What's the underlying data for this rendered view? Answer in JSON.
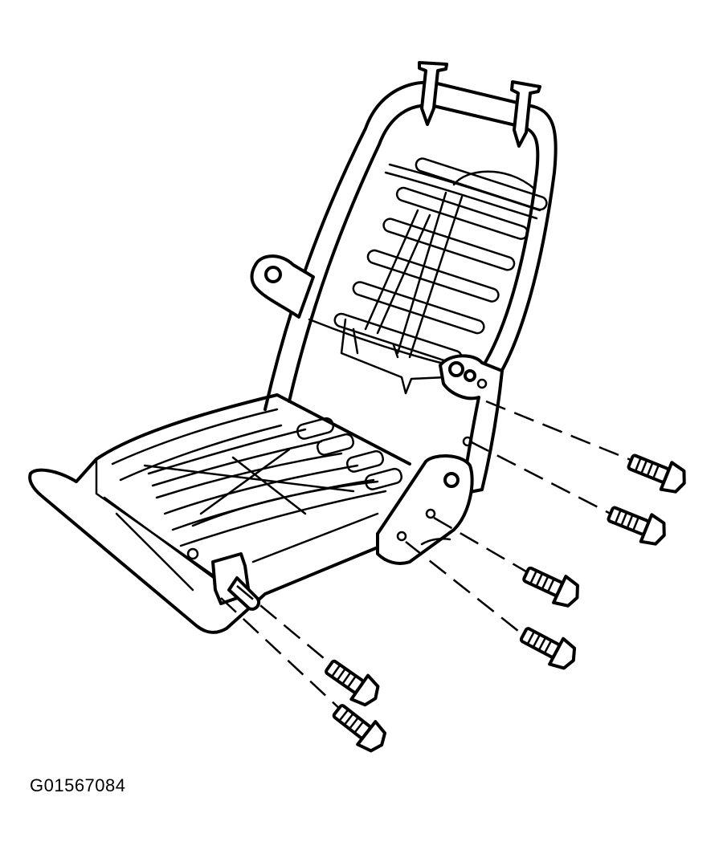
{
  "figure": {
    "id_label": "G01567084"
  },
  "colors": {
    "line": "#000000",
    "background": "#ffffff"
  },
  "parts": {
    "bolts": 6,
    "headrest_guides": 2
  }
}
